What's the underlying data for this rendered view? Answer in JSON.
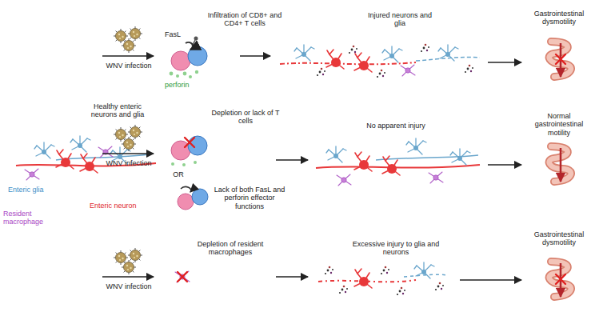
{
  "diagram": {
    "labels": [
      "Healthy enteric neurons and glia",
      "Enteric glia",
      "Resident macrophage",
      "Enteric neuron",
      "WNV infection",
      "FasL",
      "Infiltration of CD8+ and CD4+ T cells",
      "perforin",
      "Injured neurons and glia",
      "Gastrointestinal dysmotility",
      "WNV infection",
      "Depletion or lack of T cells",
      "OR",
      "Lack of both FasL and perforin effector functions",
      "No apparent injury",
      "Normal gastrointestinal motility",
      "WNV infection",
      "Depletion of resident macrophages",
      "Excessive injury to glia and neurons",
      "Gastrointestinal dysmotility"
    ]
  }
}
